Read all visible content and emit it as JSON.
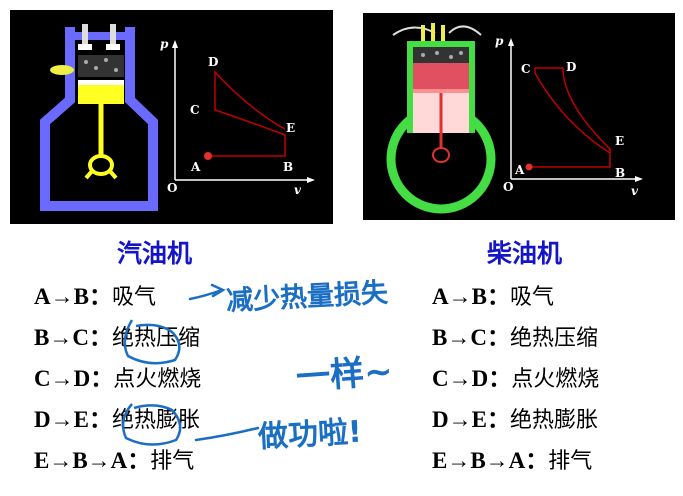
{
  "left_diagram": {
    "axis_p": "p",
    "axis_v": "v",
    "origin": "O",
    "points": {
      "A": "A",
      "B": "B",
      "C": "C",
      "D": "D",
      "E": "E"
    }
  },
  "right_diagram": {
    "axis_p": "p",
    "axis_v": "v",
    "origin": "O",
    "points": {
      "A": "A",
      "B": "B",
      "C": "C",
      "D": "D",
      "E": "E"
    }
  },
  "left_title": "汽油机",
  "right_title": "柴油机",
  "left_steps": [
    {
      "code": "A→B：",
      "desc": "吸气"
    },
    {
      "code": "B→C：",
      "desc": "绝热压缩"
    },
    {
      "code": "C→D：",
      "desc": "点火燃烧"
    },
    {
      "code": "D→E：",
      "desc": "绝热膨胀"
    },
    {
      "code": "E→B→A：",
      "desc": "排气"
    }
  ],
  "right_steps": [
    {
      "code": "A→B：",
      "desc": "吸气"
    },
    {
      "code": "B→C：",
      "desc": "绝热压缩"
    },
    {
      "code": "C→D：",
      "desc": "点火燃烧"
    },
    {
      "code": "D→E：",
      "desc": "绝热膨胀"
    },
    {
      "code": "E→B→A：",
      "desc": "排气"
    }
  ],
  "annotations": {
    "note1": "减少热量损失",
    "note2": "一样~",
    "note3": "做功啦!"
  },
  "colors": {
    "title_blue": "#1515c8",
    "annotation_blue": "#1a6fc4",
    "curve_red": "#c00000",
    "gasoline_cylinder": "#6a6aff",
    "diesel_cylinder": "#44dd44"
  }
}
